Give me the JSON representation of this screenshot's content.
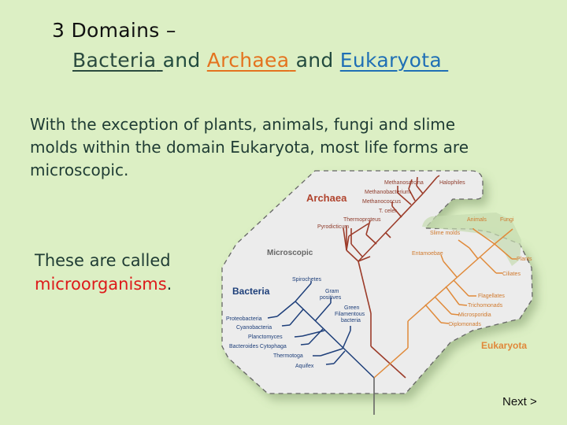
{
  "title": {
    "line1": "3 Domains –",
    "domains": [
      {
        "name": "Bacteria",
        "color": "#2a4a3e"
      },
      {
        "name": "Archaea",
        "color": "#e4731f"
      },
      {
        "name": "Eukaryota",
        "color": "#1f6fb5"
      }
    ],
    "connector": "and"
  },
  "body": {
    "paragraph": "With the exception of plants, animals, fungi and slime molds within the domain Eukaryota, most life forms are microscopic.",
    "called_prefix": "These are called",
    "called_term": "microorganisms",
    "called_suffix": "."
  },
  "diagram": {
    "region_label": "Microscopic",
    "archaea": {
      "label": "Archaea",
      "color": "#b0442e",
      "leaves": [
        "Methanosarcina",
        "Halophiles",
        "Methanobacterium",
        "Methanococcus",
        "T. celer",
        "Thermoproteus",
        "Pyrodicticum"
      ]
    },
    "bacteria": {
      "label": "Bacteria",
      "color": "#1e3f7a",
      "leaves": [
        "Spirochetes",
        "Gram",
        "positives",
        "Green",
        "Filamentous",
        "bacteria",
        "Proteobacteria",
        "Cyanobacteria",
        "Planctomyces",
        "Bacteroides Cytophaga",
        "Thermotoga",
        "Aquifex"
      ]
    },
    "eukaryota": {
      "label": "Eukaryota",
      "color": "#e0883a",
      "leaves": [
        "Animals",
        "Fungi",
        "Slime molds",
        "Entamoebae",
        "Plants",
        "Ciliates",
        "Flagellates",
        "Trichomonads",
        "Microsporidia",
        "Diplomonads"
      ]
    }
  },
  "nav": {
    "next_label": "Next >"
  }
}
